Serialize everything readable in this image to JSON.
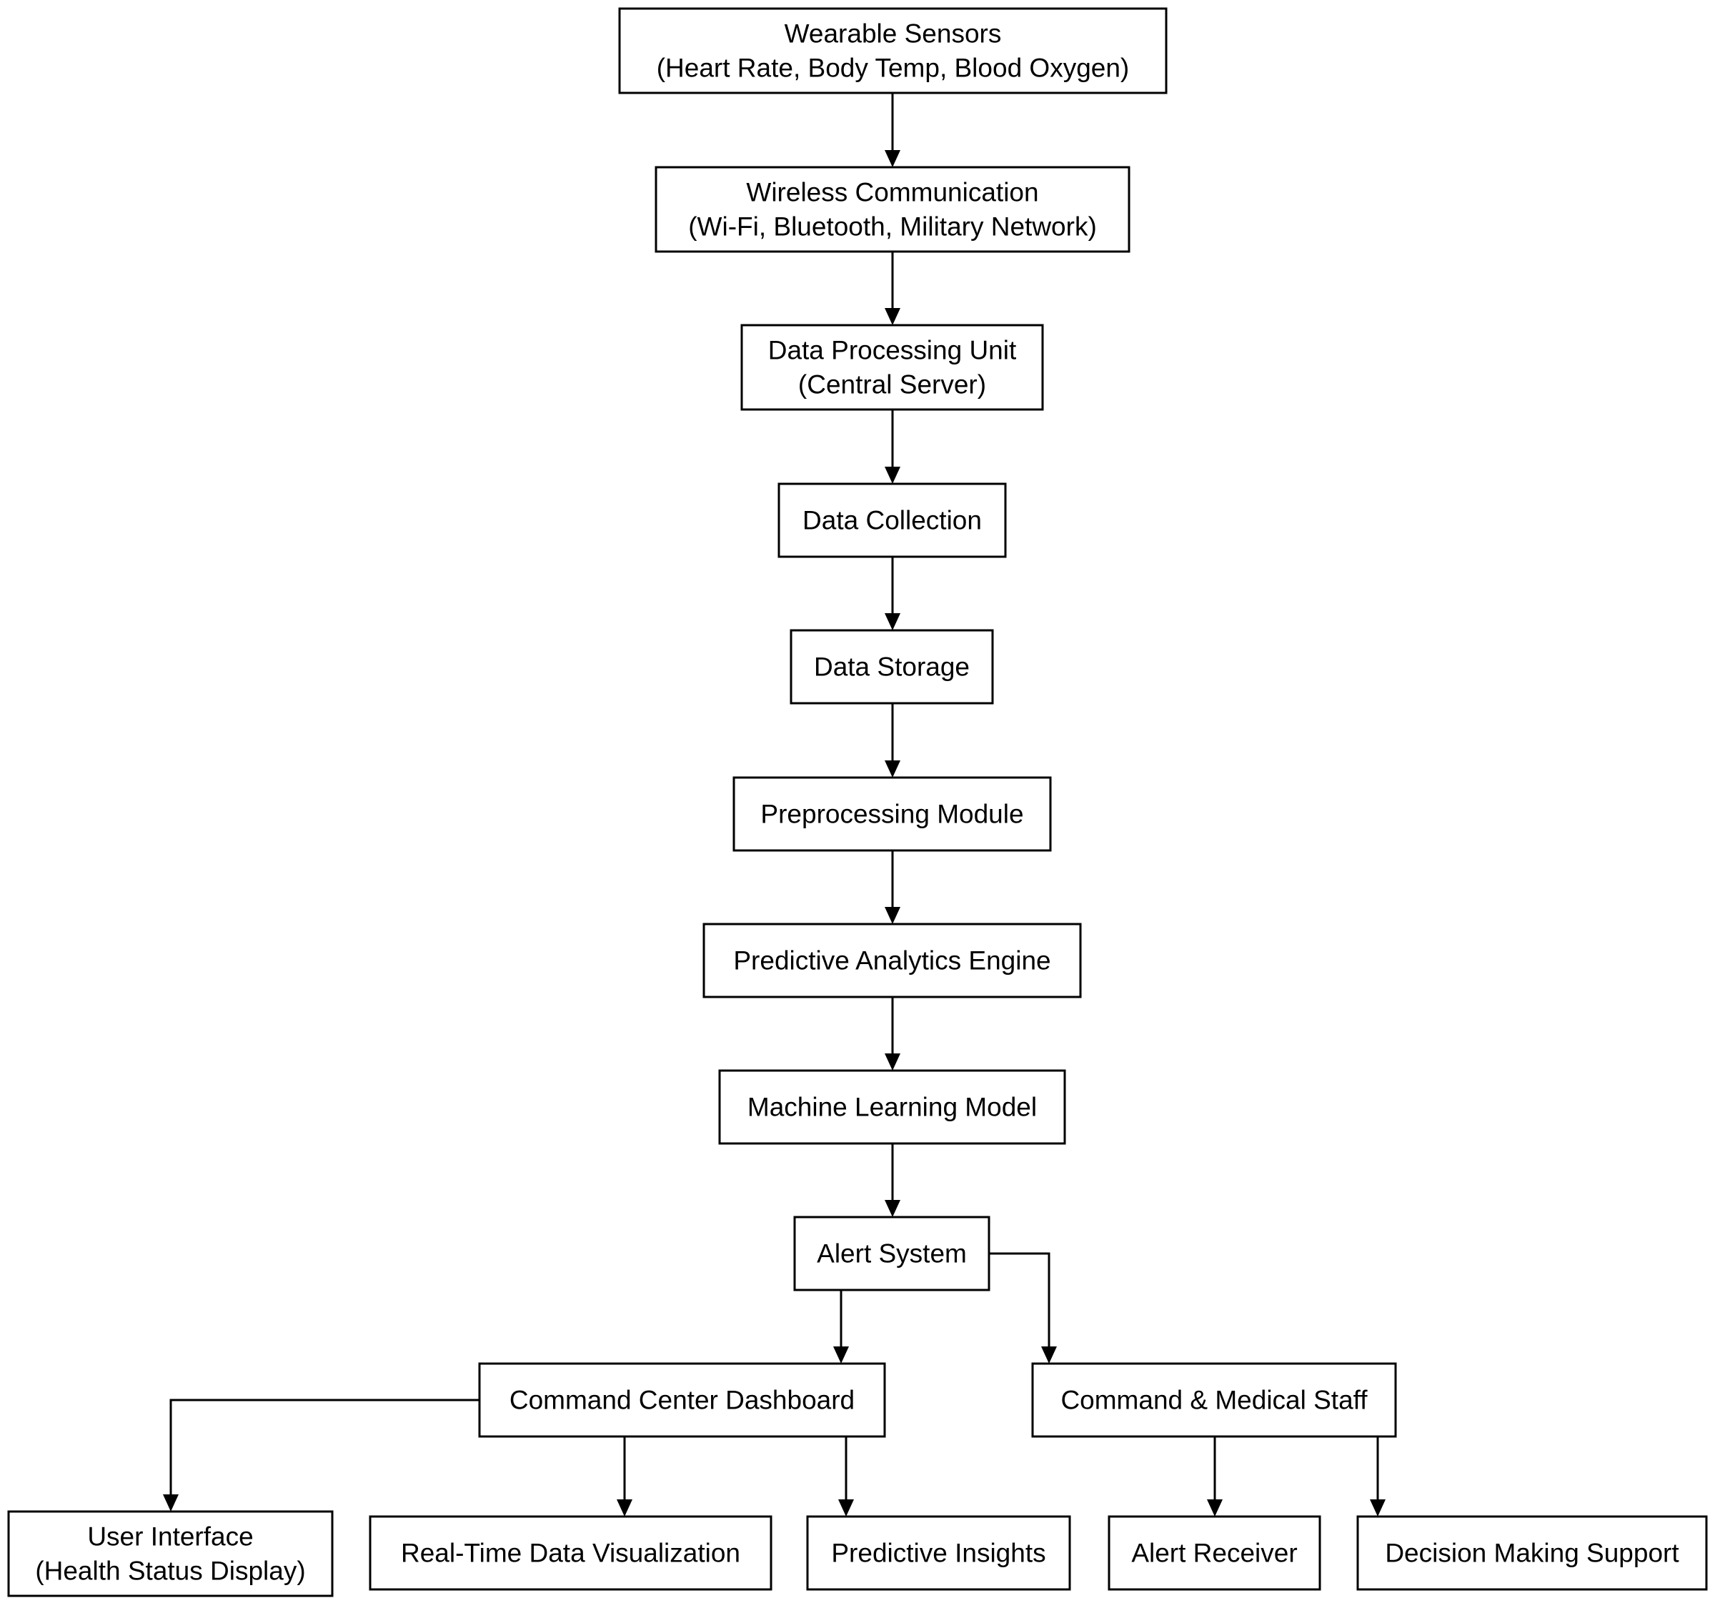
{
  "nodes": {
    "wearable_sensors": [
      "Wearable Sensors",
      "(Heart Rate, Body Temp, Blood Oxygen)"
    ],
    "wireless_communication": [
      "Wireless Communication",
      "(Wi-Fi, Bluetooth, Military Network)"
    ],
    "data_processing_unit": [
      "Data Processing Unit",
      "(Central Server)"
    ],
    "data_collection": [
      "Data Collection"
    ],
    "data_storage": [
      "Data Storage"
    ],
    "preprocessing_module": [
      "Preprocessing Module"
    ],
    "predictive_analytics_engine": [
      "Predictive Analytics Engine"
    ],
    "machine_learning_model": [
      "Machine Learning Model"
    ],
    "alert_system": [
      "Alert System"
    ],
    "command_center_dashboard": [
      "Command Center Dashboard"
    ],
    "command_medical_staff": [
      "Command & Medical Staff"
    ],
    "user_interface": [
      "User Interface",
      "(Health Status Display)"
    ],
    "realtime_data_visualization": [
      "Real-Time Data Visualization"
    ],
    "predictive_insights": [
      "Predictive Insights"
    ],
    "alert_receiver": [
      "Alert Receiver"
    ],
    "decision_making_support": [
      "Decision Making Support"
    ]
  },
  "edges": [
    [
      "wearable_sensors",
      "wireless_communication"
    ],
    [
      "wireless_communication",
      "data_processing_unit"
    ],
    [
      "data_processing_unit",
      "data_collection"
    ],
    [
      "data_collection",
      "data_storage"
    ],
    [
      "data_storage",
      "preprocessing_module"
    ],
    [
      "preprocessing_module",
      "predictive_analytics_engine"
    ],
    [
      "predictive_analytics_engine",
      "machine_learning_model"
    ],
    [
      "machine_learning_model",
      "alert_system"
    ],
    [
      "alert_system",
      "command_center_dashboard"
    ],
    [
      "alert_system",
      "command_medical_staff"
    ],
    [
      "command_center_dashboard",
      "user_interface"
    ],
    [
      "command_center_dashboard",
      "realtime_data_visualization"
    ],
    [
      "command_center_dashboard",
      "predictive_insights"
    ],
    [
      "command_medical_staff",
      "alert_receiver"
    ],
    [
      "command_medical_staff",
      "decision_making_support"
    ]
  ]
}
